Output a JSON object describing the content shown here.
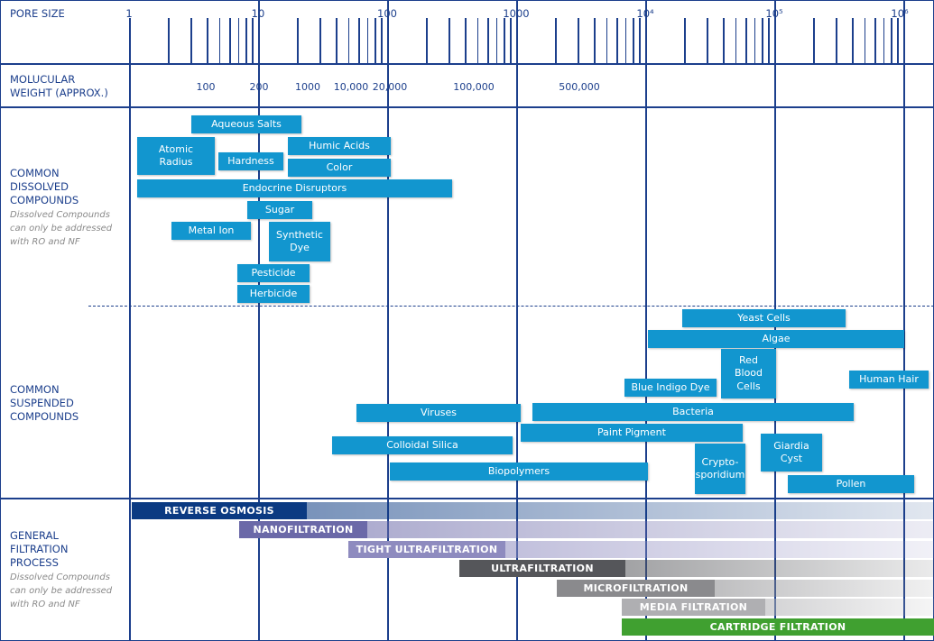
{
  "row_labels": {
    "pore_size": "PORE SIZE",
    "molecular_weight": [
      "MOLUCULAR",
      "WEIGHT (APPROX.)"
    ],
    "dissolved": [
      "COMMON",
      "DISSOLVED",
      "COMPOUNDS"
    ],
    "dissolved_note": [
      "Dissolved Compounds",
      "can only be addressed",
      "with RO and NF"
    ],
    "suspended": [
      "COMMON",
      "SUSPENDED",
      "COMPOUNDS"
    ],
    "process": [
      "GENERAL",
      "FILTRATION",
      "PROCESS"
    ],
    "process_note": [
      "Dissolved Compounds",
      "can only be addressed",
      "with RO and NF"
    ]
  },
  "pore_size_ticks": [
    "1",
    "10",
    "100",
    "1000",
    "10⁴",
    "10⁵",
    "10⁶"
  ],
  "molecular_weight_ticks": [
    "100",
    "200",
    "1000",
    "10,000",
    "20,000",
    "100,000",
    "500,000"
  ],
  "dissolved_compounds": [
    "Aqueous Salts",
    "Atomic Radius",
    "Hardness",
    "Humic Acids",
    "Color",
    "Endocrine Disruptors",
    "Sugar",
    "Metal Ion",
    "Synthetic Dye",
    "Pesticide",
    "Herbicide"
  ],
  "suspended_compounds": [
    "Yeast Cells",
    "Algae",
    "Red Blood Cells",
    "Blue Indigo Dye",
    "Human Hair",
    "Viruses",
    "Bacteria",
    "Paint Pigment",
    "Colloidal Silica",
    "Crypto-sporidium",
    "Giardia Cyst",
    "Biopolymers",
    "Pollen"
  ],
  "processes": [
    {
      "label": "REVERSE OSMOSIS",
      "color": "#0b3a82"
    },
    {
      "label": "NANOFILTRATION",
      "color": "#6b69a8"
    },
    {
      "label": "TIGHT ULTRAFILTRATION",
      "color": "#8e8bbf"
    },
    {
      "label": "ULTRAFILTRATION",
      "color": "#55565a"
    },
    {
      "label": "MICROFILTRATION",
      "color": "#8a8a8d"
    },
    {
      "label": "MEDIA FILTRATION",
      "color": "#afafb2"
    },
    {
      "label": "CARTRIDGE FILTRATION",
      "color": "#40a030"
    }
  ],
  "colors": {
    "line": "#1c3f8c",
    "box": "#1296cf"
  }
}
